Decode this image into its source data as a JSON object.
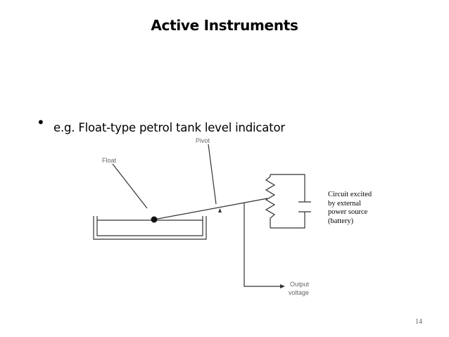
{
  "slide": {
    "title": "Active Instruments",
    "bullet": "e.g. Float-type petrol tank level indicator",
    "page_number": "14"
  },
  "diagram": {
    "labels": {
      "float": "Float",
      "pivot": "Pivot",
      "output_line1": "Output",
      "output_line2": "voltage"
    },
    "note_lines": [
      "Circuit excited",
      "by external",
      "power source",
      "(battery)"
    ],
    "colors": {
      "ink": "#333333",
      "label": "#666666"
    }
  }
}
